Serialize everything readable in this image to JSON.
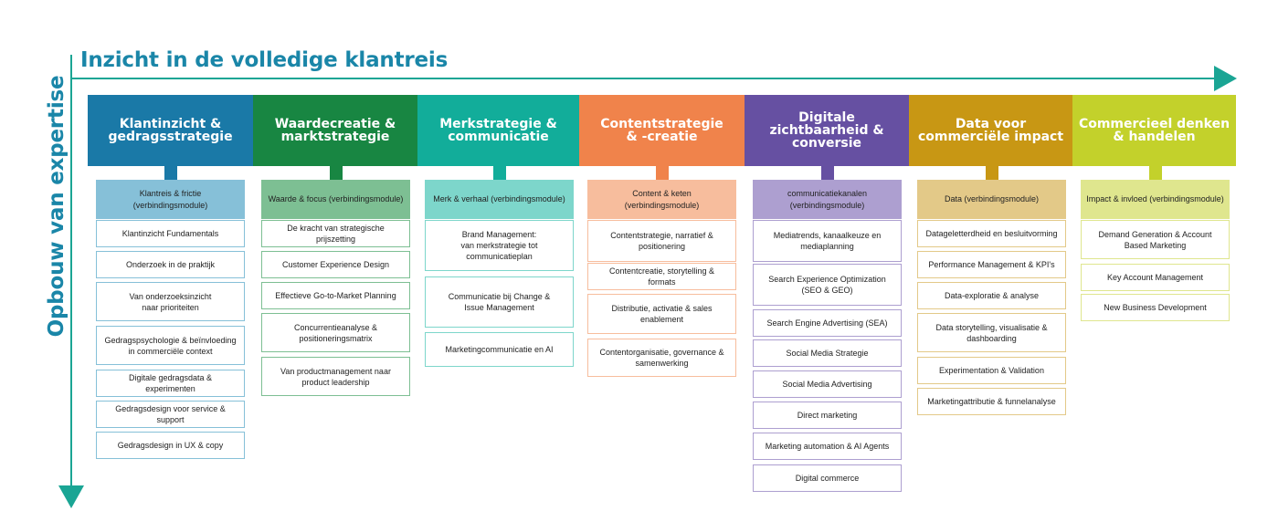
{
  "title_horizontal": "Inzicht in de volledige klantreis",
  "title_vertical": "Opbouw van expertise",
  "arrow_color": "#1aa594",
  "columns": [
    {
      "header": "Klantinzicht &\ngedragsstrategie",
      "color": "#1a79a7",
      "light": "#86c0d8",
      "module": "Klantreis & frictie\n(verbindingsmodule)",
      "items": [
        "Klantinzicht Fundamentals",
        "Onderzoek in de praktijk",
        "Van onderzoeksinzicht\nnaar prioriteiten",
        "Gedragspsychologie & beïnvloeding\nin commerciële context",
        "Digitale gedragsdata & experimenten",
        "Gedragsdesign voor service & support",
        "Gedragsdesign in UX & copy"
      ]
    },
    {
      "header": "Waardecreatie &\nmarktstrategie",
      "color": "#188642",
      "light": "#7dbf93",
      "module": "Waarde & focus (verbindingsmodule)",
      "items": [
        "De kracht van strategische prijszetting",
        "Customer Experience Design",
        "Effectieve Go-to-Market Planning",
        "Concurrentieanalyse &\npositioneringsmatrix",
        "Van productmanagement naar\nproduct leadership"
      ]
    },
    {
      "header": "Merkstrategie &\ncommunicatie",
      "color": "#12ad9a",
      "light": "#7dd6cb",
      "module": "Merk & verhaal (verbindingsmodule)",
      "items": [
        "Brand Management:\nvan merkstrategie tot\ncommunicatieplan",
        "Communicatie bij Change &\nIssue Management",
        "Marketingcommunicatie en AI"
      ]
    },
    {
      "header": "Contentstrategie\n& -creatie",
      "color": "#f0834b",
      "light": "#f7bd9d",
      "module": "Content & keten\n(verbindingsmodule)",
      "items": [
        "Contentstrategie, narratief &\npositionering",
        "Contentcreatie, storytelling & formats",
        "Distributie, activatie & sales\nenablement",
        "Contentorganisatie, governance &\nsamenwerking"
      ]
    },
    {
      "header": "Digitale\nzichtbaarheid &\nconversie",
      "color": "#6650a2",
      "light": "#ad9fd0",
      "module": "communicatiekanalen\n(verbindingsmodule)",
      "items": [
        "Mediatrends, kanaalkeuze en\nmediaplanning",
        "Search Experience Optimization\n(SEO & GEO)",
        "Search Engine Advertising (SEA)",
        "Social Media Strategie",
        "Social Media Advertising",
        "Direct marketing",
        "Marketing automation & AI Agents",
        "Digital commerce"
      ]
    },
    {
      "header": "Data voor\ncommerciële impact",
      "color": "#c89714",
      "light": "#e3c988",
      "module": "Data (verbindingsmodule)",
      "items": [
        "Datageletterdheid en besluitvorming",
        "Performance Management & KPI's",
        "Data-exploratie & analyse",
        "Data storytelling, visualisatie &\ndashboarding",
        "Experimentation & Validation",
        "Marketingattributie & funnelanalyse"
      ]
    },
    {
      "header": "Commercieel denken\n& handelen",
      "color": "#c3d12b",
      "light": "#dfe68e",
      "module": "Impact & invloed (verbindingsmodule)",
      "items": [
        "Demand Generation & Account\nBased Marketing",
        "Key Account Management",
        "New Business Development"
      ]
    }
  ]
}
